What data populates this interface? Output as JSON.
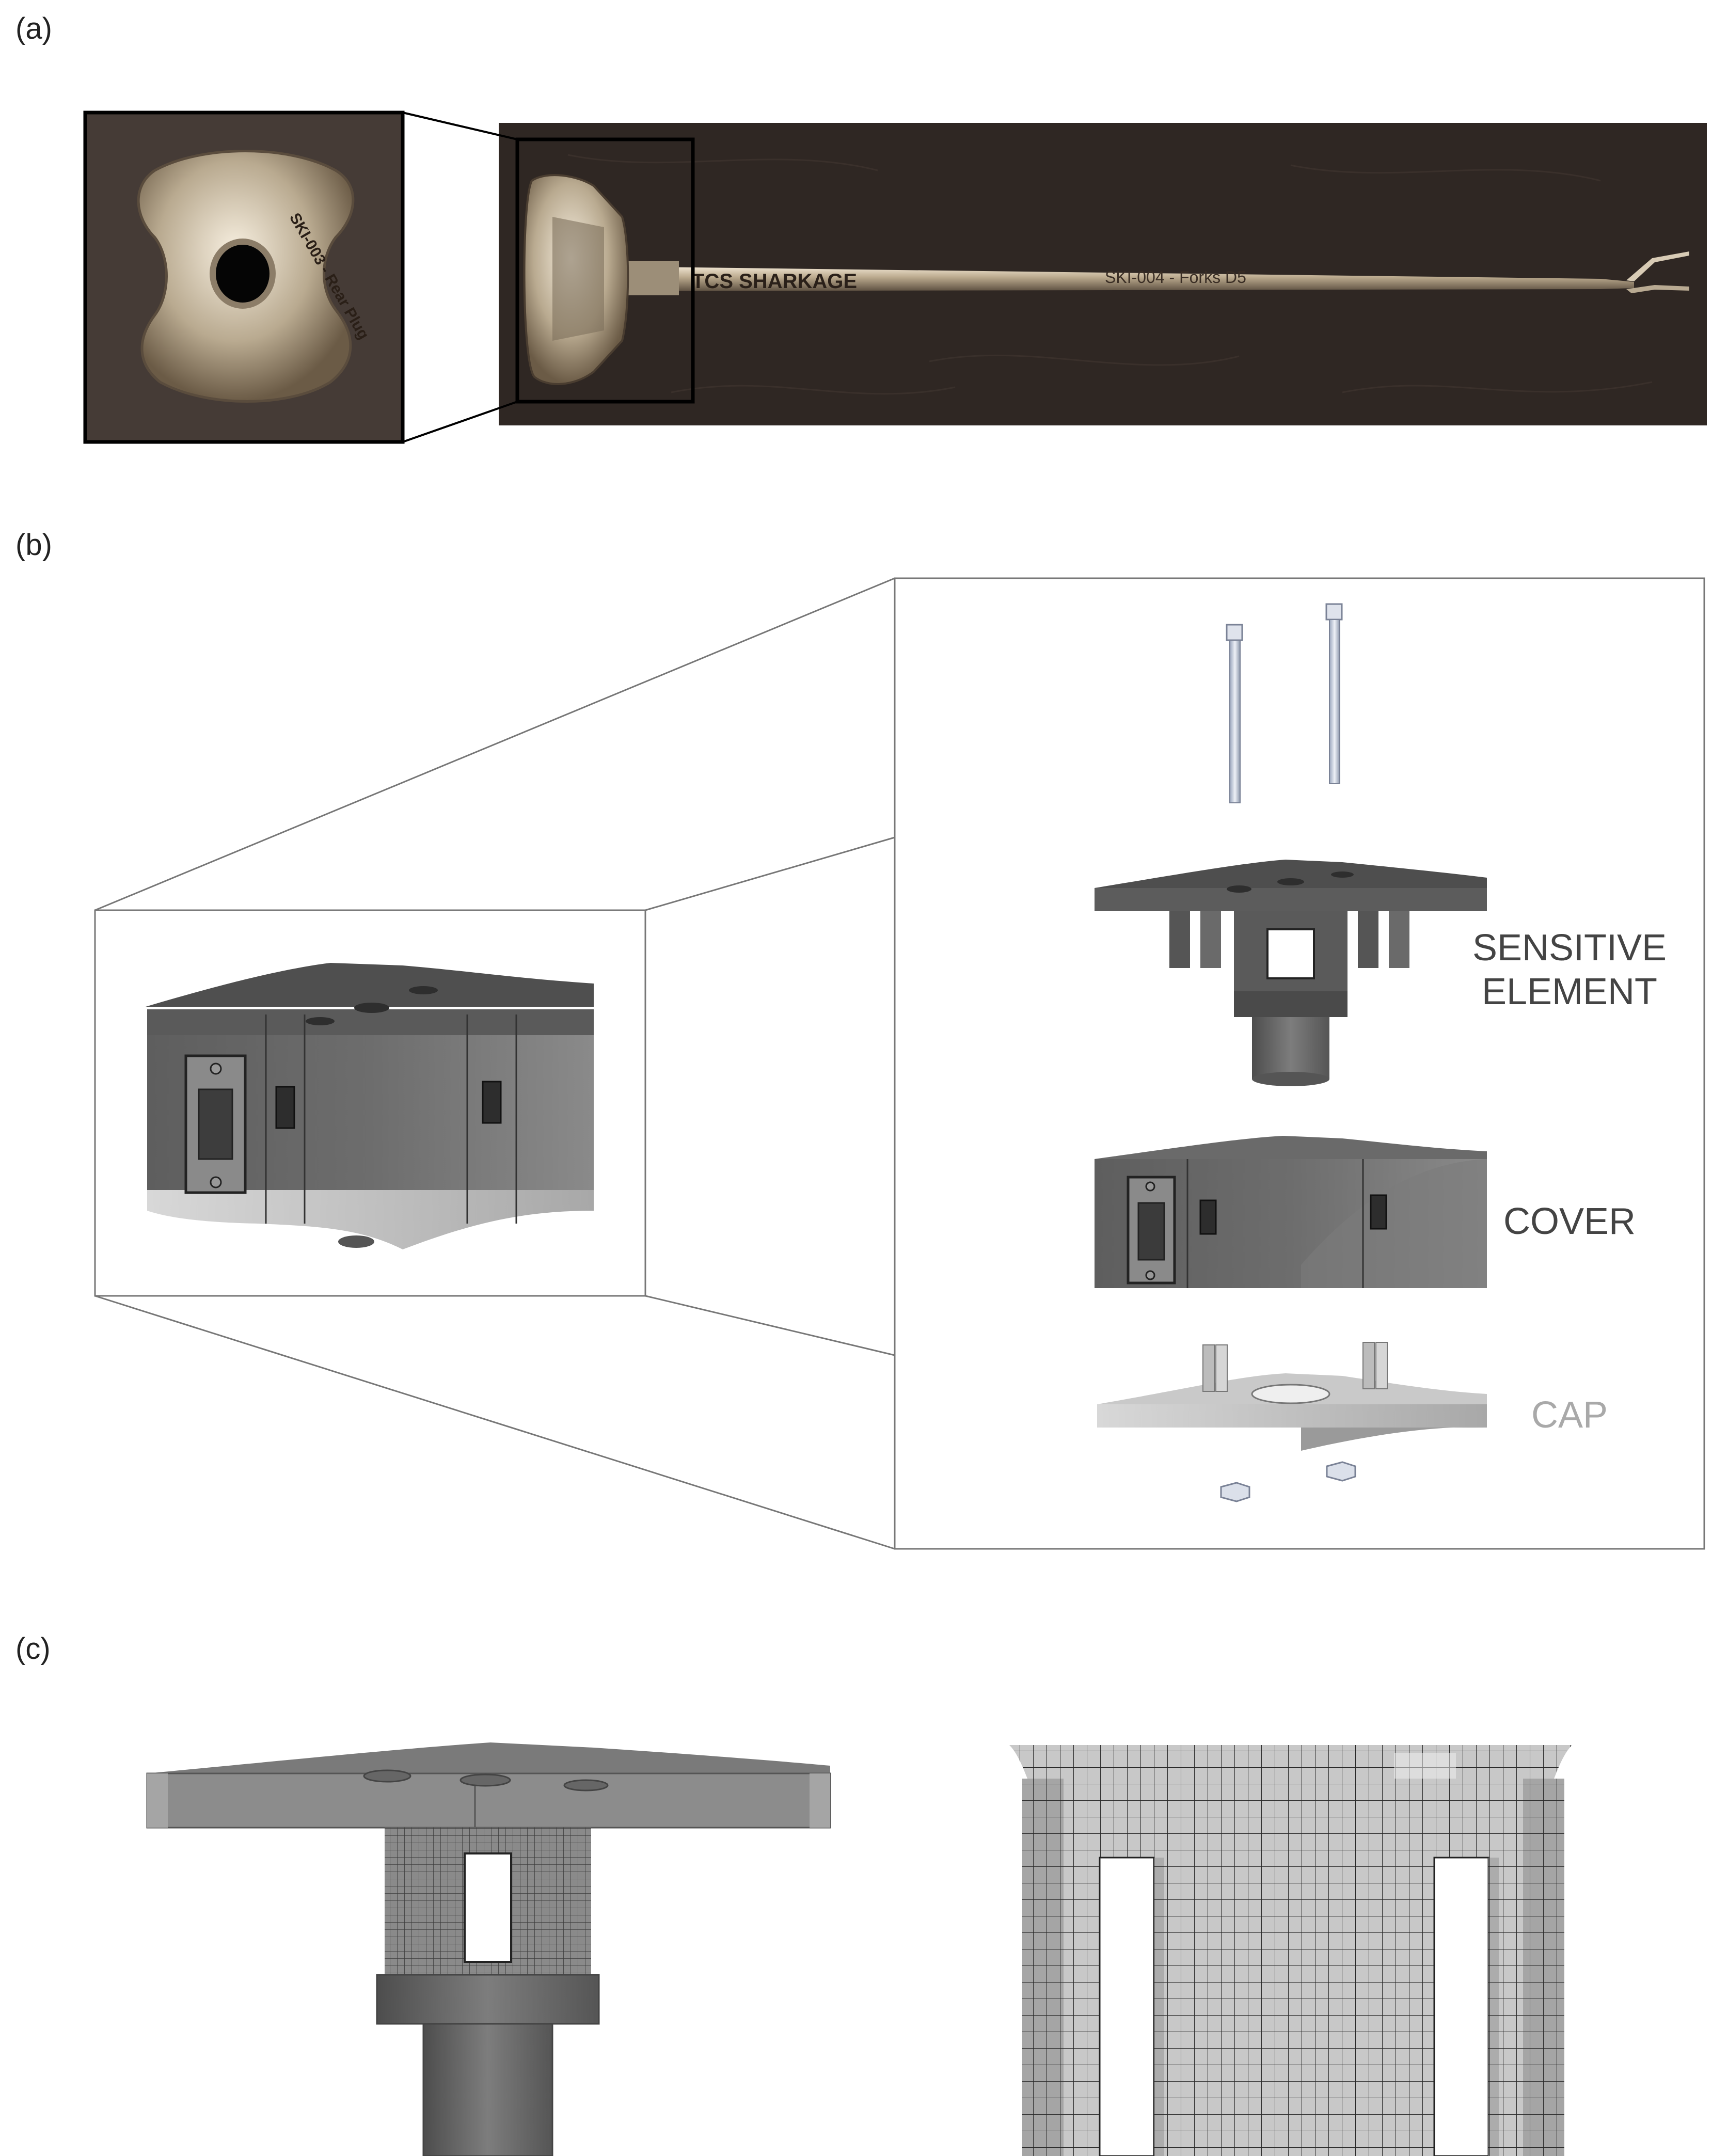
{
  "panels": {
    "a": {
      "label": "(a)"
    },
    "b": {
      "label": "(b)"
    },
    "c": {
      "label": "(c)"
    }
  },
  "photo": {
    "brand": "TCS SHARKAGE",
    "shaft_text": "SKI-004 - Forks D5",
    "knob_engraving": "SKI-003 - Rear Plug"
  },
  "exploded_view": {
    "sensitive_element_line1": "SENSITIVE",
    "sensitive_element_line2": "ELEMENT",
    "cover": "COVER",
    "cap": "CAP"
  },
  "colors": {
    "label_dark": "#444444",
    "label_cap": "#a9a9a9",
    "part_dark": "#585858",
    "part_mid": "#7a7a7a",
    "part_light": "#cfcfcf",
    "photo_bg": "#2e2622"
  }
}
